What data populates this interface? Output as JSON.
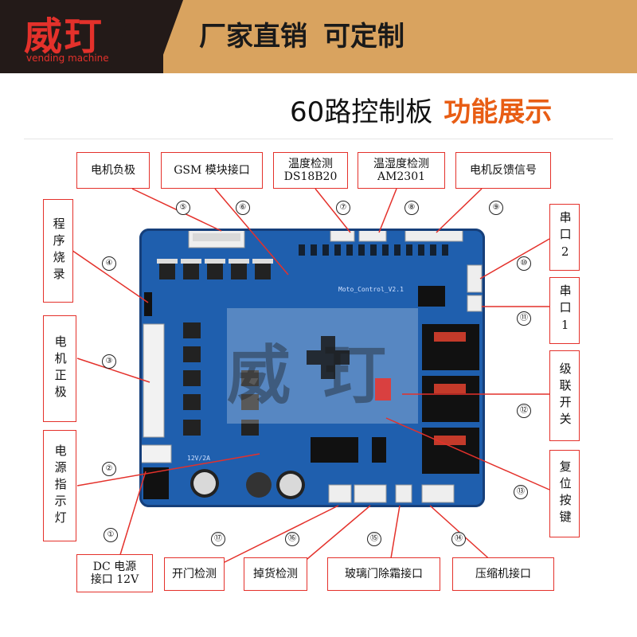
{
  "brand": {
    "logo_text": "威玎",
    "logo_subtitle": "vending machine",
    "slogan_1": "厂家直销",
    "slogan_2": "可定制",
    "banner_color": "#231a18",
    "accent_color": "#e4312b",
    "banner_gold": "#d9a35f"
  },
  "headline": {
    "prefix": "60路控制板",
    "highlight": "功能展示",
    "highlight_color": "#e85d14"
  },
  "board": {
    "silkscreen": "Moto_Control_V2.1",
    "watermark": "威玎",
    "voltage_mark": "12V/2A"
  },
  "labels": {
    "motor_negative": "电机负极",
    "gsm": "GSM 模块接口",
    "temp_line1": "温度检测",
    "temp_line2": "DS18B20",
    "humid_line1": "温湿度检测",
    "humid_line2": "AM2301",
    "motor_feedback": "电机反馈信号",
    "program_burn": "程序烧录",
    "serial_2": "串口2",
    "serial_1": "串口1",
    "motor_positive": "电机正极",
    "cascade_switch": "级联开关",
    "power_indicator": "电源指示灯",
    "reset_button": "复位按键",
    "dc_line1": "DC 电源",
    "dc_line2": "接口 12V",
    "door_detect": "开门检测",
    "drop_detect": "掉货检测",
    "glass_defrost": "玻璃门除霜接口",
    "compressor": "压缩机接口"
  },
  "numbers": [
    "①",
    "②",
    "③",
    "④",
    "⑤",
    "⑥",
    "⑦",
    "⑧",
    "⑨",
    "⑩",
    "⑪",
    "⑫",
    "⑬",
    "⑭",
    "⑮",
    "⑯",
    "⑰"
  ]
}
